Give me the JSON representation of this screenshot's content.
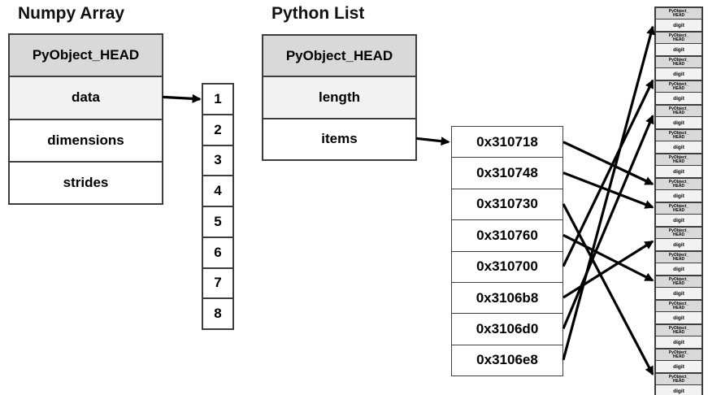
{
  "diagram": {
    "numpy": {
      "title": "Numpy Array",
      "rows": [
        "PyObject_HEAD",
        "data",
        "dimensions",
        "strides"
      ]
    },
    "array_cells": [
      "1",
      "2",
      "3",
      "4",
      "5",
      "6",
      "7",
      "8"
    ],
    "python": {
      "title": "Python List",
      "rows": [
        "PyObject_HEAD",
        "length",
        "items"
      ]
    },
    "addresses": [
      "0x310718",
      "0x310748",
      "0x310730",
      "0x310760",
      "0x310700",
      "0x3106b8",
      "0x3106d0",
      "0x3106e8"
    ],
    "object_box": {
      "head_line1": "PyObject_",
      "head_line2": "HEAD",
      "value_label": "digit",
      "count": 16
    },
    "pointers": [
      {
        "from_address": "0x310718",
        "target_pair": 8,
        "frac": 0.25
      },
      {
        "from_address": "0x310748",
        "target_pair": 9,
        "frac": 0.2
      },
      {
        "from_address": "0x310730",
        "target_pair": 16,
        "frac": 0.05
      },
      {
        "from_address": "0x310760",
        "target_pair": 12,
        "frac": 0.2
      },
      {
        "from_address": "0x310700",
        "target_pair": 4,
        "frac": 0.0
      },
      {
        "from_address": "0x3106b8",
        "target_pair": 10,
        "frac": 0.6
      },
      {
        "from_address": "0x3106d0",
        "target_pair": 5,
        "frac": 0.45
      },
      {
        "from_address": "0x3106e8",
        "target_pair": 1,
        "frac": 0.8
      }
    ],
    "colors": {
      "head_bg": "#d9d9d9",
      "light_bg": "#f2f2f2",
      "border": "#3d3d3d",
      "arrow": "#000000"
    }
  }
}
